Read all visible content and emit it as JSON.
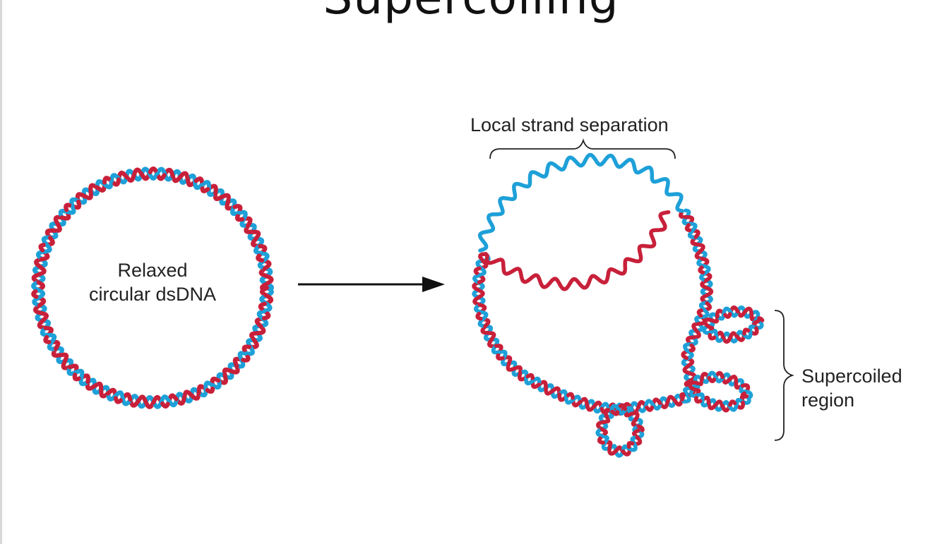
{
  "title": "Supercoiling",
  "labels": {
    "relaxed_line1": "Relaxed",
    "relaxed_line2": "circular dsDNA",
    "local_separation": "Local strand separation",
    "supercoiled_line1": "Supercoiled",
    "supercoiled_line2": "region"
  },
  "colors": {
    "strand_red": "#c8203a",
    "strand_blue": "#1ea0d8",
    "text": "#222222",
    "arrow": "#111111"
  }
}
